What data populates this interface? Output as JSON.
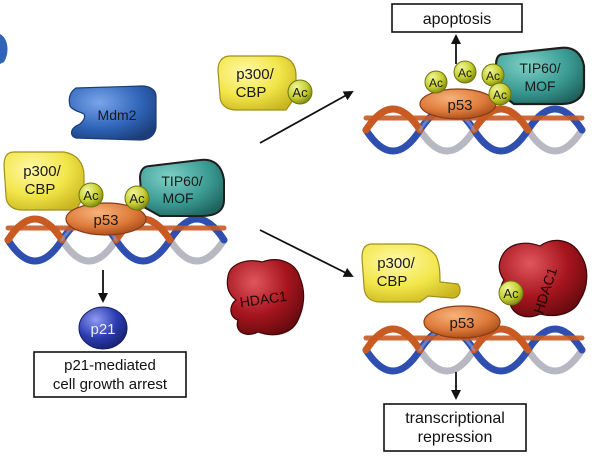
{
  "colors": {
    "p300_yellow": "#f2e64a",
    "tip60_teal": "#3a9b93",
    "p53_orange": "#de7a3a",
    "ac_green": "#c5cf2e",
    "mdm2_blue": "#2f64b8",
    "p21_blue": "#2b3bb0",
    "hdac1_red": "#a6151d",
    "dna_orange": "#c85a22",
    "dna_blue": "#2e4fb0",
    "dna_grey": "#b8b8c2"
  },
  "labels": {
    "mdm2": "Mdm2",
    "p300_line1": "p300/",
    "p300_line2": "CBP",
    "tip60_line1": "TIP60/",
    "tip60_line2": "MOF",
    "ac": "Ac",
    "p53": "p53",
    "p21": "p21",
    "hdac1": "HDAC1",
    "p21_box_line1": "p21-mediated",
    "p21_box_line2": "cell growth arrest",
    "apoptosis": "apoptosis",
    "transcriptional_line1": "transcriptional",
    "transcriptional_line2": "repression"
  },
  "icons": {
    "arrow_down": "arrow-down-icon",
    "arrow_diagonal": "arrow-diagonal-icon"
  }
}
